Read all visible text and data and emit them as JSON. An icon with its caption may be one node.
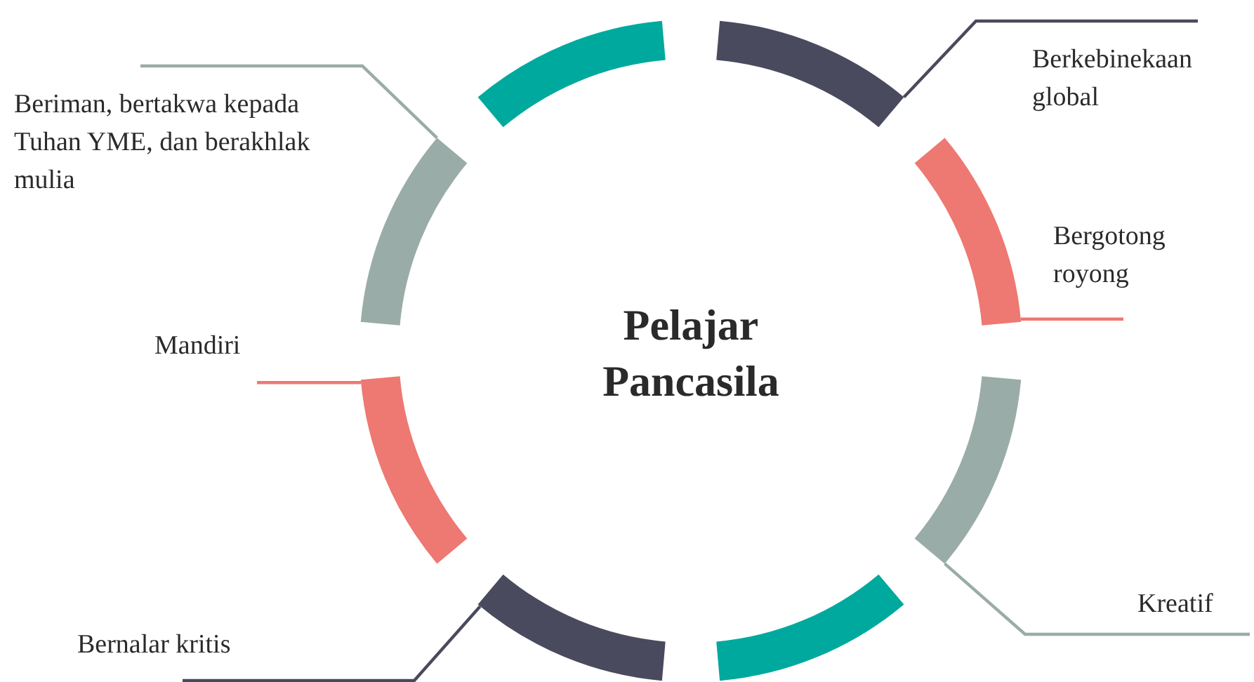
{
  "diagram": {
    "nodes": [
      {
        "text": [
          "Pelajar Pancasila"
        ]
      },
      {
        "text": [
          "Beriman, bertakwa kepada Tuhan YME, dan berakhlak mulia"
        ]
      },
      {
        "text": [
          "Berkebinekaan global"
        ]
      },
      {
        "text": [
          "Bergotong royong"
        ]
      },
      {
        "text": [
          "Mandiri"
        ]
      },
      {
        "text": [
          "Kreatif"
        ]
      },
      {
        "text": [
          "Bernalar kritis"
        ]
      },
      {
        "text": [],
        "shape": "arc"
      },
      {
        "text": [],
        "shape": "arc"
      },
      {
        "text": [],
        "shape": "arc"
      },
      {
        "text": [],
        "shape": "arc"
      },
      {
        "text": [],
        "shape": "arc"
      },
      {
        "text": [],
        "shape": "arc"
      },
      {
        "text": [],
        "shape": "arc"
      },
      {
        "text": [],
        "shape": "arc"
      }
    ],
    "edges": [
      {
        "from": 1,
        "to": 14,
        "arrow": "none",
        "color": "#9aaca8"
      },
      {
        "from": 2,
        "to": 8,
        "arrow": "none",
        "color": "#4a4a5e"
      },
      {
        "from": 3,
        "to": 9,
        "arrow": "none",
        "color": "#ee7872"
      },
      {
        "from": 4,
        "to": 13,
        "arrow": "none",
        "color": "#ee7872"
      },
      {
        "from": 5,
        "to": 10,
        "arrow": "none",
        "color": "#9aaca8"
      },
      {
        "from": 6,
        "to": 12,
        "arrow": "none",
        "color": "#4a4a5e"
      }
    ]
  }
}
